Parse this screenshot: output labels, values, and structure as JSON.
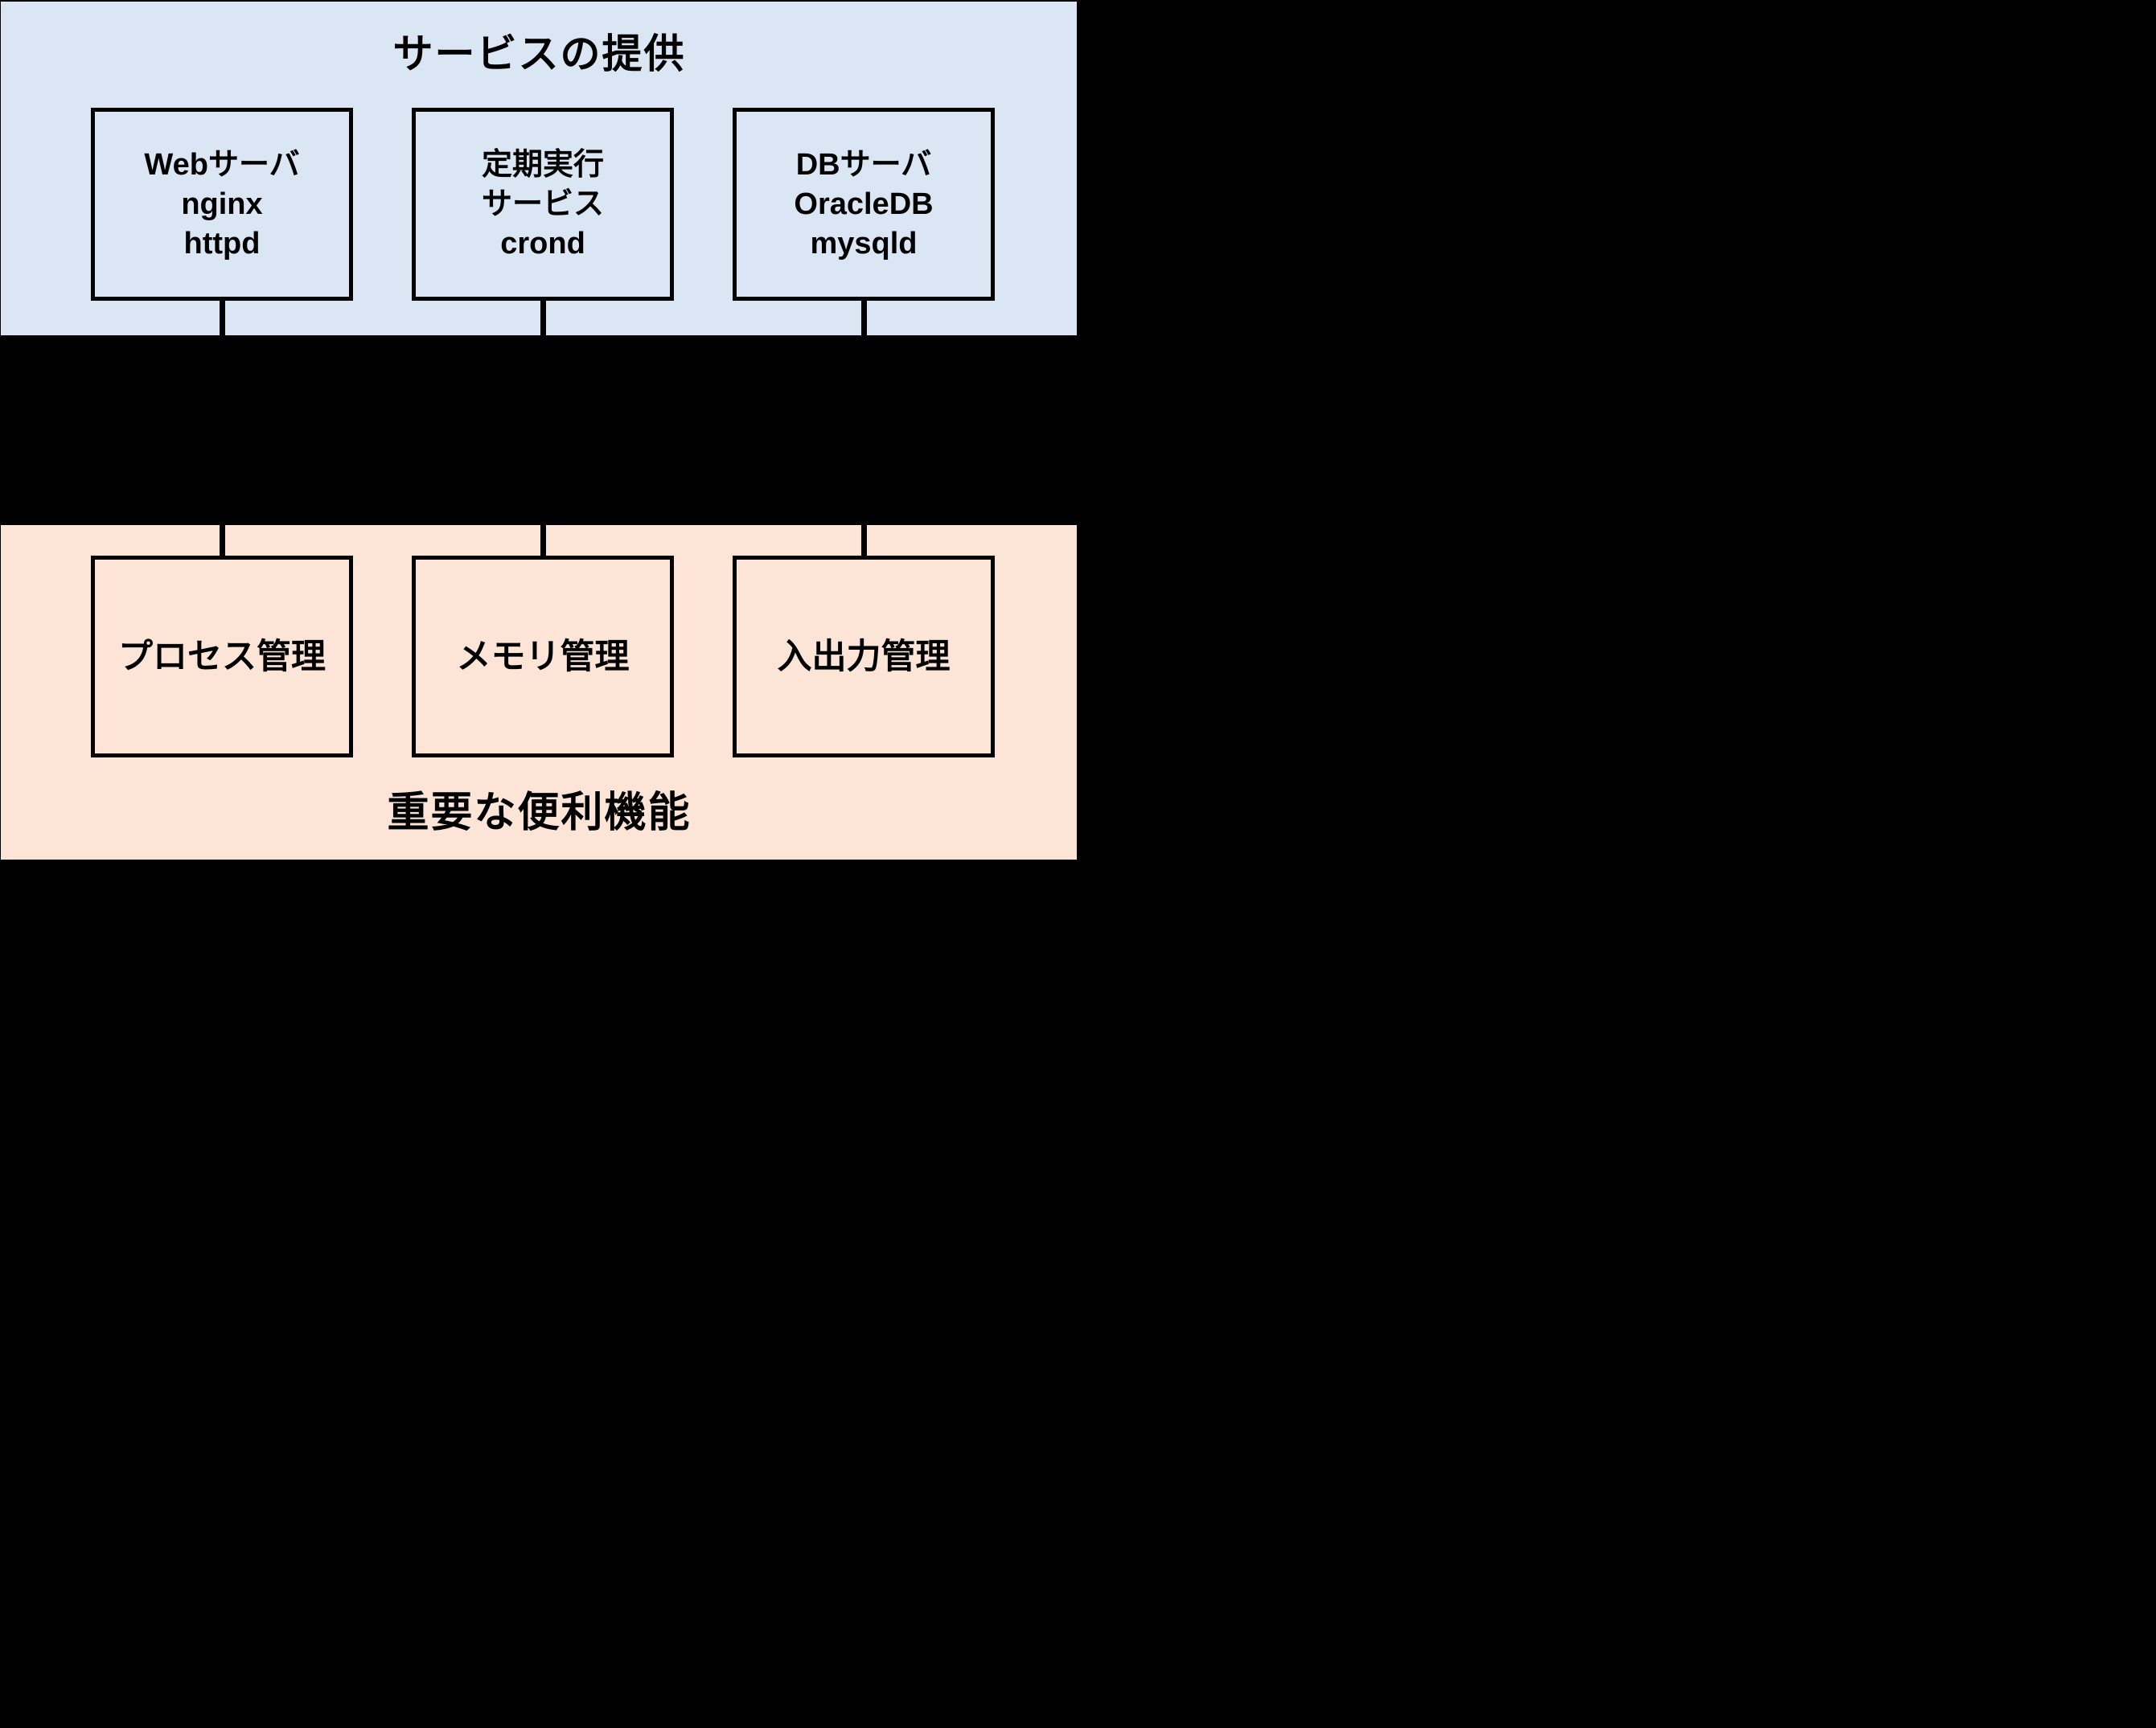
{
  "diagram": {
    "top_section": {
      "title": "サービスの提供",
      "bg_color": "#dae6f3",
      "boxes": [
        {
          "lines": [
            "Webサーバ",
            "nginx",
            "httpd"
          ]
        },
        {
          "lines": [
            "定期実行",
            "サービス",
            "crond"
          ]
        },
        {
          "lines": [
            "DBサーバ",
            "OracleDB",
            "mysqld"
          ]
        }
      ]
    },
    "middle_band": {
      "description": "solid-black-redacted-band",
      "color": "#000000"
    },
    "bottom_section": {
      "title": "重要な便利機能",
      "bg_color": "#fce4d6",
      "boxes": [
        {
          "label": "プロセス管理"
        },
        {
          "label": "メモリ管理"
        },
        {
          "label": "入出力管理"
        }
      ]
    },
    "line_color": "#000000",
    "text_color": "#000000"
  }
}
